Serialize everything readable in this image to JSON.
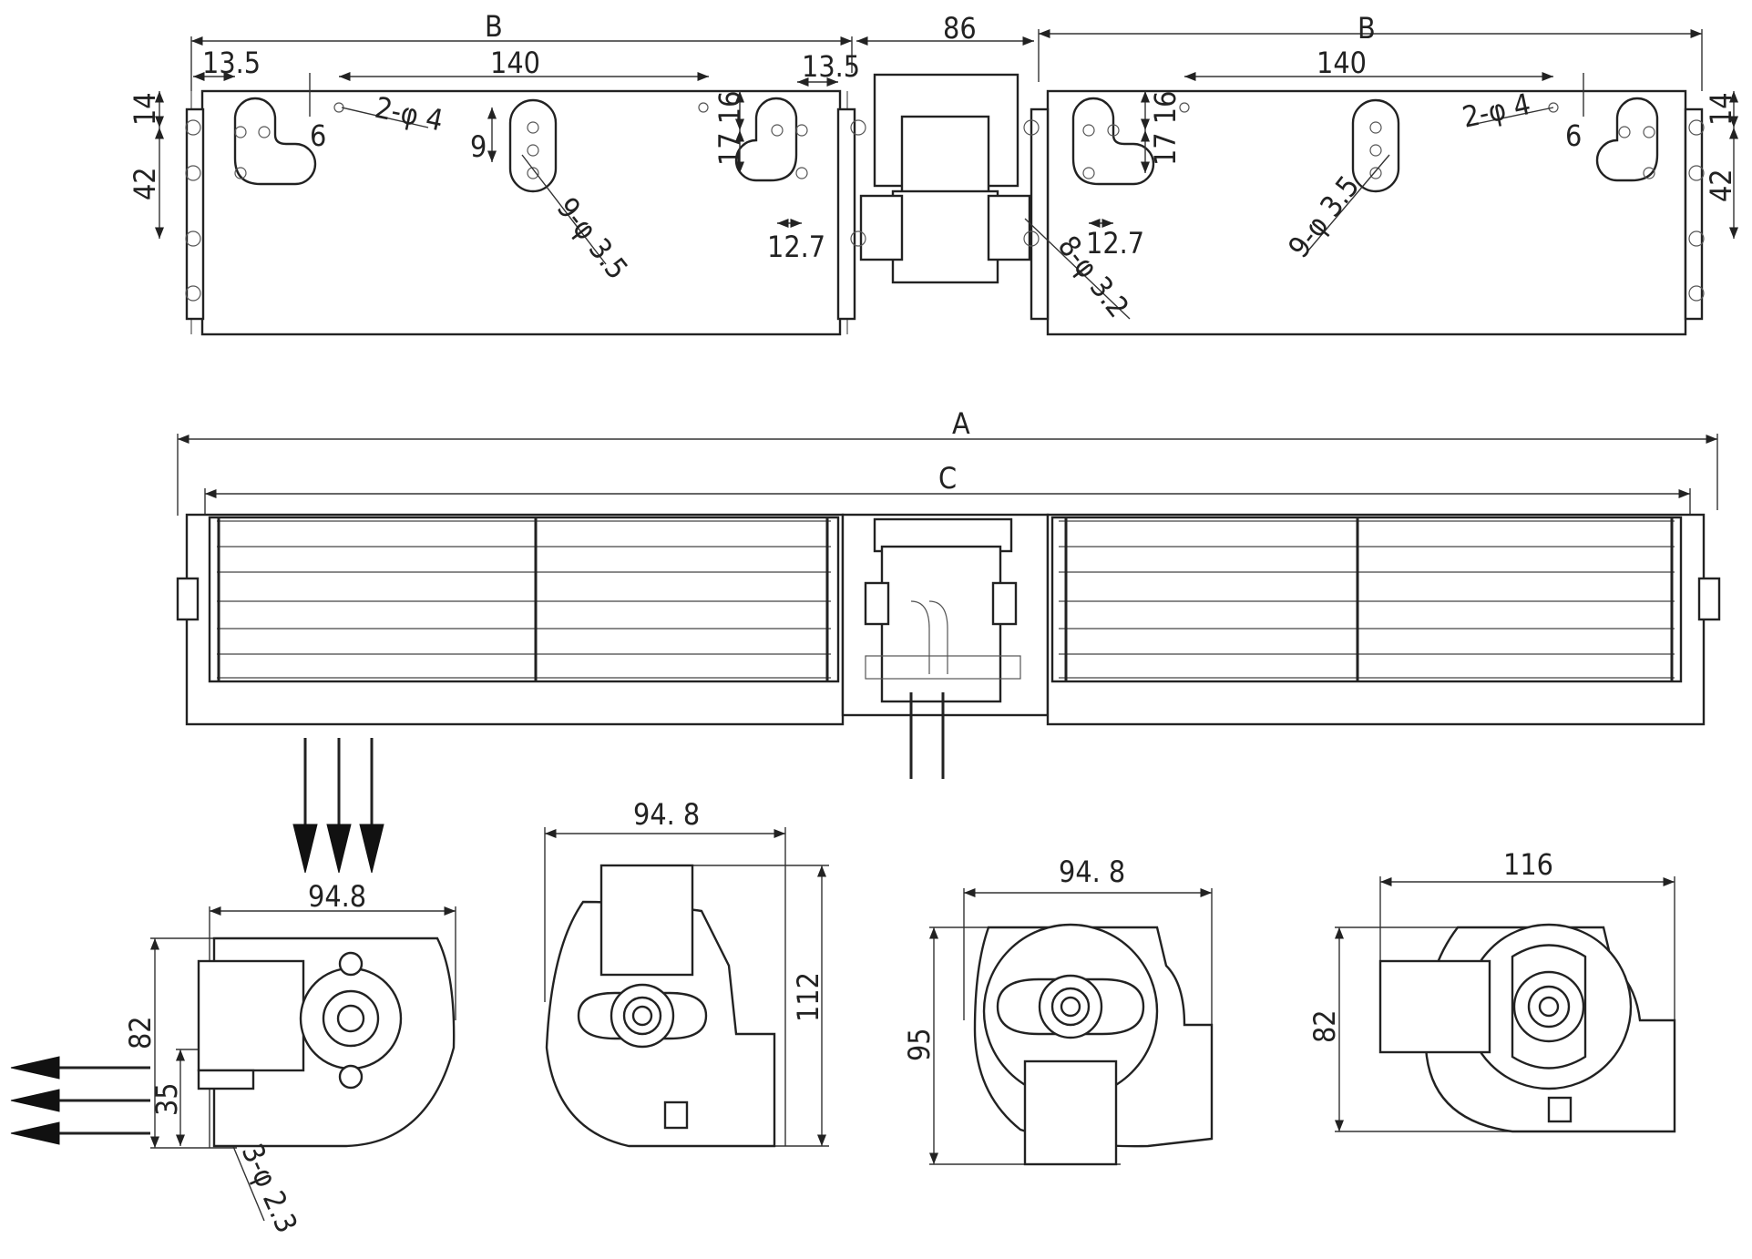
{
  "top_view": {
    "dim_B_left": "B",
    "dim_B_right": "B",
    "dim_86": "86",
    "dim_13_5_left": "13.5",
    "dim_13_5_right": "13.5",
    "dim_140_left": "140",
    "dim_140_right": "140",
    "dim_14_left": "14",
    "dim_14_right": "14",
    "dim_42_left": "42",
    "dim_42_right": "42",
    "dim_6_left": "6",
    "dim_6_right": "6",
    "hole_2x4_left": "2-φ 4",
    "hole_2x4_right": "2-φ 4",
    "dim_9": "9",
    "hole_9x3_5_left": "9-φ 3.5",
    "hole_9x3_5_right": "9-φ 3.5",
    "dim_17_16_left": "17 16",
    "dim_17_16_right": "17 16",
    "dim_12_7_left": "12.7",
    "dim_12_7_right": "12.7",
    "hole_8x3_2": "8-φ 3.2"
  },
  "front_view": {
    "dim_A": "A",
    "dim_C": "C"
  },
  "side_views": {
    "view1_width": "94.8",
    "view1_height": "82",
    "view1_outlet": "35",
    "view1_holes": "3-φ 2.3",
    "view2_width": "94. 8",
    "view2_height": "112",
    "view3_width": "94. 8",
    "view3_height": "95",
    "view4_width": "116",
    "view4_height": "82"
  },
  "colors": {
    "line": "#222222",
    "arrow": "#111111"
  }
}
